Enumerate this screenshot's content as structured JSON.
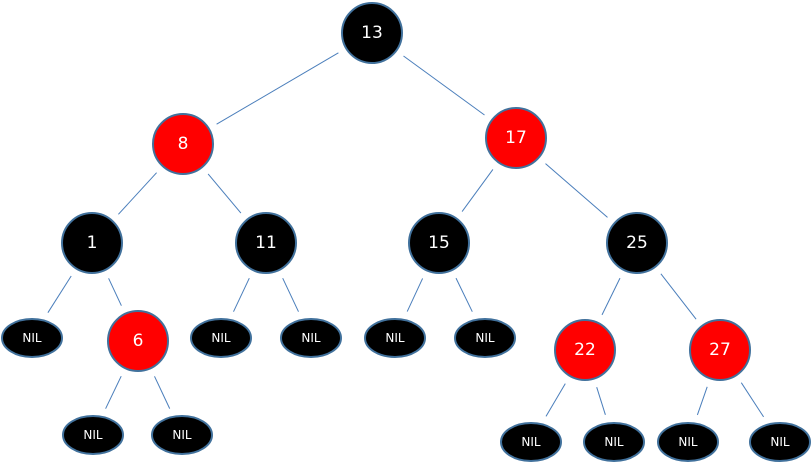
{
  "colors": {
    "black": "#000000",
    "red": "#ff0000",
    "edge": "#4a7ebb",
    "outline": "#41719c",
    "label": "#ffffff"
  },
  "nodes": [
    {
      "id": "n13",
      "label": "13",
      "color": "black"
    },
    {
      "id": "n8",
      "label": "8",
      "color": "red"
    },
    {
      "id": "n17",
      "label": "17",
      "color": "red"
    },
    {
      "id": "n1",
      "label": "1",
      "color": "black"
    },
    {
      "id": "n11",
      "label": "11",
      "color": "black"
    },
    {
      "id": "n15",
      "label": "15",
      "color": "black"
    },
    {
      "id": "n25",
      "label": "25",
      "color": "black"
    },
    {
      "id": "nil1",
      "label": "NIL",
      "color": "black"
    },
    {
      "id": "n6",
      "label": "6",
      "color": "red"
    },
    {
      "id": "nil2",
      "label": "NIL",
      "color": "black"
    },
    {
      "id": "nil3",
      "label": "NIL",
      "color": "black"
    },
    {
      "id": "nil4",
      "label": "NIL",
      "color": "black"
    },
    {
      "id": "nil5",
      "label": "NIL",
      "color": "black"
    },
    {
      "id": "n22",
      "label": "22",
      "color": "red"
    },
    {
      "id": "n27",
      "label": "27",
      "color": "red"
    },
    {
      "id": "nil6",
      "label": "NIL",
      "color": "black"
    },
    {
      "id": "nil7",
      "label": "NIL",
      "color": "black"
    },
    {
      "id": "nil8",
      "label": "NIL",
      "color": "black"
    },
    {
      "id": "nil9",
      "label": "NIL",
      "color": "black"
    },
    {
      "id": "nil10",
      "label": "NIL",
      "color": "black"
    },
    {
      "id": "nil11",
      "label": "NIL",
      "color": "black"
    }
  ],
  "edges": [
    [
      "n13",
      "n8"
    ],
    [
      "n13",
      "n17"
    ],
    [
      "n8",
      "n1"
    ],
    [
      "n8",
      "n11"
    ],
    [
      "n17",
      "n15"
    ],
    [
      "n17",
      "n25"
    ],
    [
      "n1",
      "nil1"
    ],
    [
      "n1",
      "n6"
    ],
    [
      "n11",
      "nil2"
    ],
    [
      "n11",
      "nil3"
    ],
    [
      "n15",
      "nil4"
    ],
    [
      "n15",
      "nil5"
    ],
    [
      "n25",
      "n22"
    ],
    [
      "n25",
      "n27"
    ],
    [
      "n6",
      "nil6"
    ],
    [
      "n6",
      "nil7"
    ],
    [
      "n22",
      "nil8"
    ],
    [
      "n22",
      "nil9"
    ],
    [
      "n27",
      "nil10"
    ],
    [
      "n27",
      "nil11"
    ]
  ]
}
